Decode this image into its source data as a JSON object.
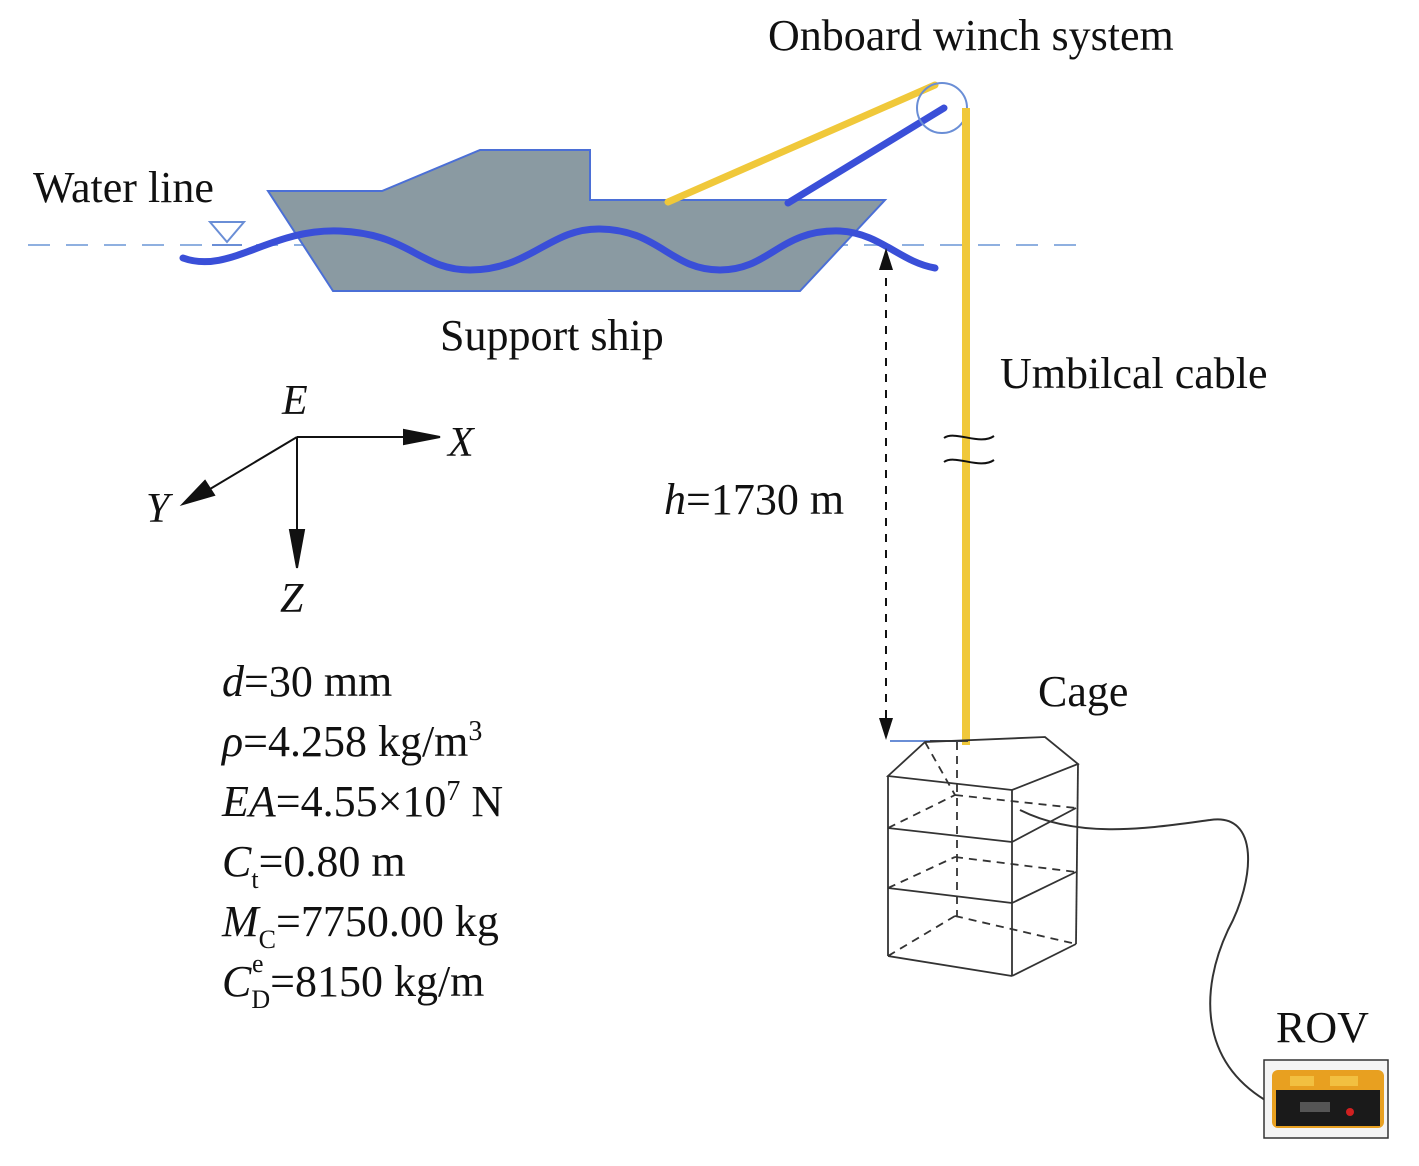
{
  "labels": {
    "winch": "Onboard winch system",
    "water_line": "Water line",
    "ship": "Support ship",
    "cable": "Umbilcal cable",
    "cage": "Cage",
    "rov": "ROV",
    "depth_var": "h",
    "depth_val": "=1730 m"
  },
  "axes": {
    "origin": "E",
    "x": "X",
    "y": "Y",
    "z": "Z"
  },
  "params": {
    "d": {
      "sym": "d",
      "sub": "",
      "sup": "",
      "val": "=30 mm"
    },
    "rho": {
      "sym": "ρ",
      "sub": "",
      "sup": "",
      "val": "=4.258 kg/m",
      "unit_sup": "3"
    },
    "ea": {
      "sym": "EA",
      "sub": "",
      "sup": "",
      "val": "=4.55×10",
      "exp": "7",
      "unit": " N"
    },
    "ct": {
      "sym": "C",
      "sub": "t",
      "sup": "",
      "val": "=0.80 m"
    },
    "mc": {
      "sym": "M",
      "sub": "C",
      "sup": "",
      "val": "=7750.00 kg"
    },
    "cd": {
      "sym": "C",
      "sub": "D",
      "sup": "e",
      "val": "=8150 kg/m"
    }
  },
  "colors": {
    "hull": "#8a9aa2",
    "hull_edge": "#4b6fd6",
    "wave": "#3a4fd8",
    "cable": "#f0c83a",
    "waterline": "#8fb0e0",
    "rov_body": "#e8a020"
  }
}
